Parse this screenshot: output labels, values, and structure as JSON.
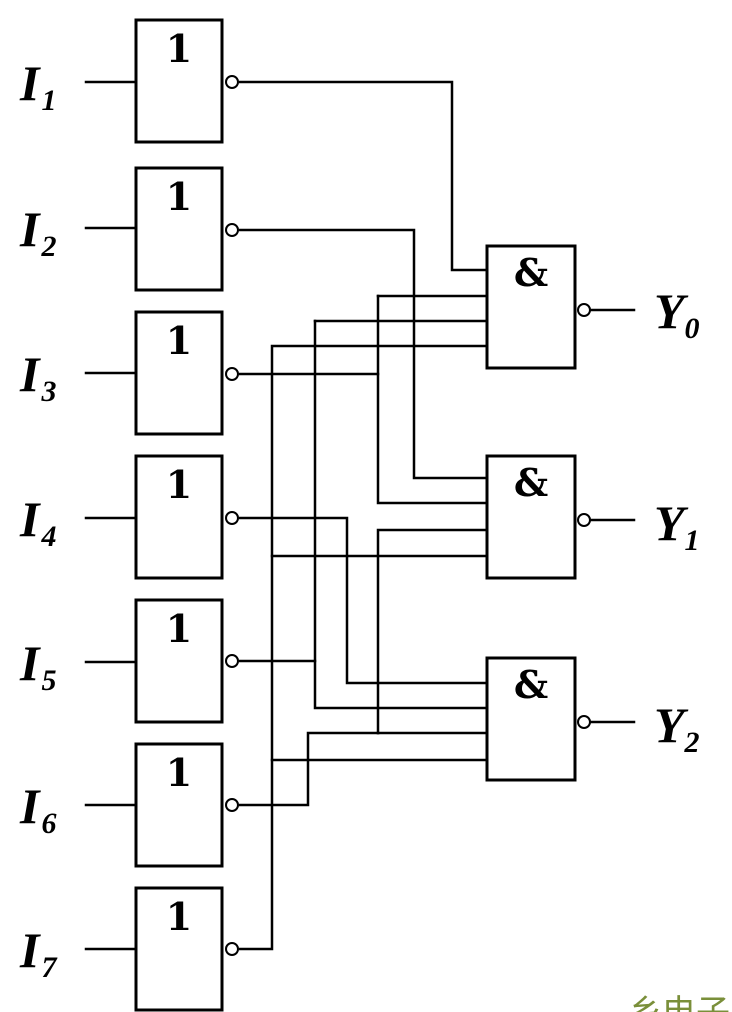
{
  "colors": {
    "line": "#000000",
    "background": "#ffffff",
    "watermark": "#7a8f3a"
  },
  "inverters": [
    {
      "label": "I",
      "subscript": "1",
      "symbol": "1"
    },
    {
      "label": "I",
      "subscript": "2",
      "symbol": "1"
    },
    {
      "label": "I",
      "subscript": "3",
      "symbol": "1"
    },
    {
      "label": "I",
      "subscript": "4",
      "symbol": "1"
    },
    {
      "label": "I",
      "subscript": "5",
      "symbol": "1"
    },
    {
      "label": "I",
      "subscript": "6",
      "symbol": "1"
    },
    {
      "label": "I",
      "subscript": "7",
      "symbol": "1"
    }
  ],
  "nand_gates": [
    {
      "label": "Y",
      "subscript": "0",
      "symbol": "&",
      "inputs": [
        "I1",
        "I3",
        "I5",
        "I7"
      ]
    },
    {
      "label": "Y",
      "subscript": "1",
      "symbol": "&",
      "inputs": [
        "I2",
        "I3",
        "I6",
        "I7"
      ]
    },
    {
      "label": "Y",
      "subscript": "2",
      "symbol": "&",
      "inputs": [
        "I4",
        "I5",
        "I6",
        "I7"
      ]
    }
  ],
  "watermark": "乡电子"
}
